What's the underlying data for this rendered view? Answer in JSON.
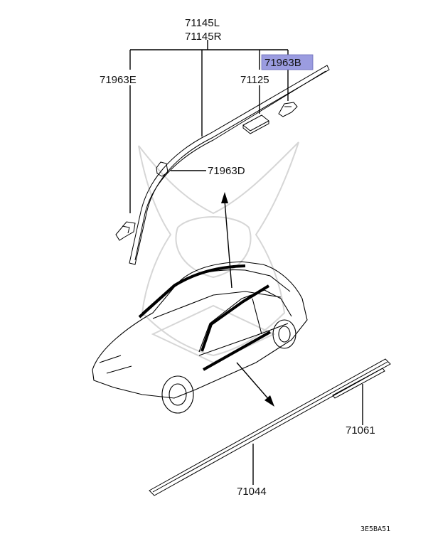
{
  "labels": {
    "part_71145L": "71145L",
    "part_71145R": "71145R",
    "part_71963E": "71963E",
    "part_71963B": "71963B",
    "part_71125": "71125",
    "part_71963D": "71963D",
    "part_71061": "71061",
    "part_71044": "71044",
    "diagram_code": "3E5BA51"
  },
  "colors": {
    "highlight_fill": "#9b9ce0",
    "line": "#000000",
    "watermark": "#d6d6d6"
  }
}
